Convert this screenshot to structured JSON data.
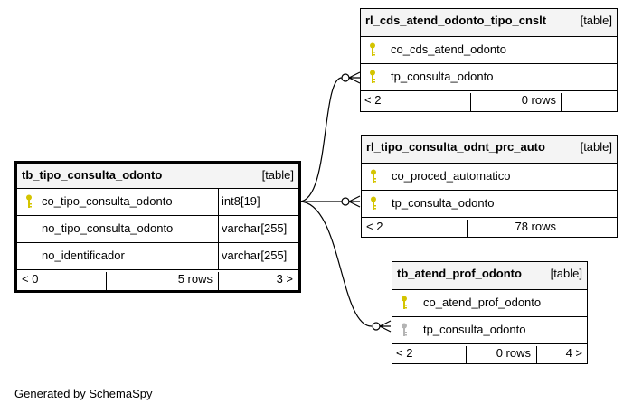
{
  "footer_text": "Generated by SchemaSpy",
  "colors": {
    "key_primary": "#d4c400",
    "key_foreign": "#b4b4b4",
    "header_bg": "#f4f4f4"
  },
  "tables": {
    "main": {
      "name": "tb_tipo_consulta_odonto",
      "kind": "[table]",
      "columns": [
        {
          "name": "co_tipo_consulta_odonto",
          "type": "int8[19]",
          "icon": "primary-key-icon"
        },
        {
          "name": "no_tipo_consulta_odonto",
          "type": "varchar[255]"
        },
        {
          "name": "no_identificador",
          "type": "varchar[255]"
        }
      ],
      "footer": {
        "left": "< 0",
        "rows": "5 rows",
        "right": "3 >"
      }
    },
    "t1": {
      "name": "rl_cds_atend_odonto_tipo_cnslt",
      "kind": "[table]",
      "columns": [
        {
          "name": "co_cds_atend_odonto",
          "icon": "primary-key-icon"
        },
        {
          "name": "tp_consulta_odonto",
          "icon": "primary-key-icon"
        }
      ],
      "footer": {
        "left": "< 2",
        "rows": "0 rows",
        "right": ""
      }
    },
    "t2": {
      "name": "rl_tipo_consulta_odnt_prc_auto",
      "kind": "[table]",
      "columns": [
        {
          "name": "co_proced_automatico",
          "icon": "primary-key-icon"
        },
        {
          "name": "tp_consulta_odonto",
          "icon": "primary-key-icon"
        }
      ],
      "footer": {
        "left": "< 2",
        "rows": "78 rows",
        "right": ""
      }
    },
    "t3": {
      "name": "tb_atend_prof_odonto",
      "kind": "[table]",
      "columns": [
        {
          "name": "co_atend_prof_odonto",
          "icon": "primary-key-icon"
        },
        {
          "name": "tp_consulta_odonto",
          "icon": "foreign-key-icon"
        }
      ],
      "footer": {
        "left": "< 2",
        "rows": "0 rows",
        "right": "4 >"
      }
    }
  }
}
